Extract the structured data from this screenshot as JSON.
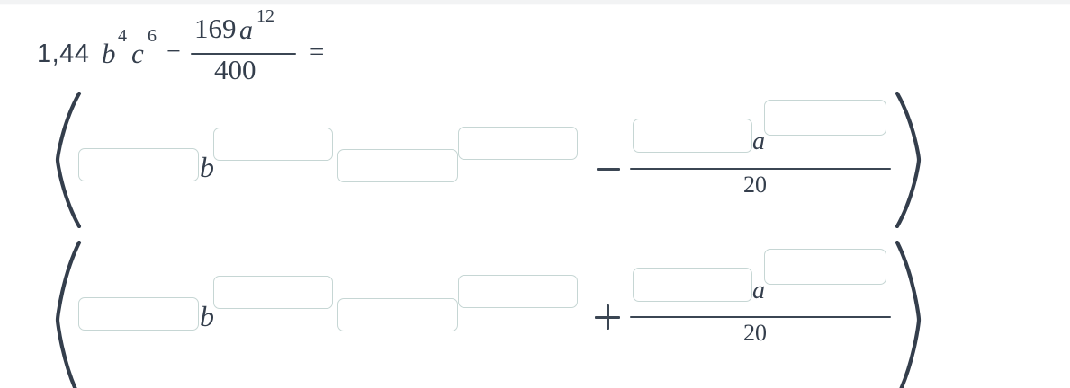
{
  "page": {
    "background": "#ffffff",
    "top_strip_color": "#f2f3f4",
    "ink_color": "#343e4c",
    "box_border_color": "#c6d6d4",
    "box_fill_color": "#ffffff"
  },
  "problem": {
    "statement_latex": "1,44b^4c^6 - \\frac{169a^{12}}{400} =",
    "line1": {
      "coefficient": "1,44",
      "var_b": "b",
      "exp_b": "4",
      "var_c": "c",
      "exp_c": "6",
      "minus": "−",
      "fraction": {
        "numerator_coefficient": "169",
        "numerator_var": "a",
        "numerator_exponent": "12",
        "denominator": "400"
      },
      "equals": "="
    }
  },
  "answer": {
    "group1": {
      "open_paren": "(",
      "close_paren": ")",
      "term1": {
        "coefficient_box": {
          "value": "",
          "placeholder": ""
        },
        "var": "b",
        "exponent_box": {
          "value": "",
          "placeholder": ""
        }
      },
      "term2": {
        "base_box": {
          "value": "",
          "placeholder": ""
        },
        "exponent_box": {
          "value": "",
          "placeholder": ""
        }
      },
      "operator": "−",
      "fraction": {
        "numerator_coefficient_box": {
          "value": "",
          "placeholder": ""
        },
        "numerator_var": "a",
        "numerator_exponent_box": {
          "value": "",
          "placeholder": ""
        },
        "denominator": "20"
      }
    },
    "group2": {
      "open_paren": "(",
      "close_paren": ")",
      "term1": {
        "coefficient_box": {
          "value": "",
          "placeholder": ""
        },
        "var": "b",
        "exponent_box": {
          "value": "",
          "placeholder": ""
        }
      },
      "term2": {
        "base_box": {
          "value": "",
          "placeholder": ""
        },
        "exponent_box": {
          "value": "",
          "placeholder": ""
        }
      },
      "operator": "+",
      "fraction": {
        "numerator_coefficient_box": {
          "value": "",
          "placeholder": ""
        },
        "numerator_var": "a",
        "numerator_exponent_box": {
          "value": "",
          "placeholder": ""
        },
        "denominator": "20"
      }
    }
  }
}
